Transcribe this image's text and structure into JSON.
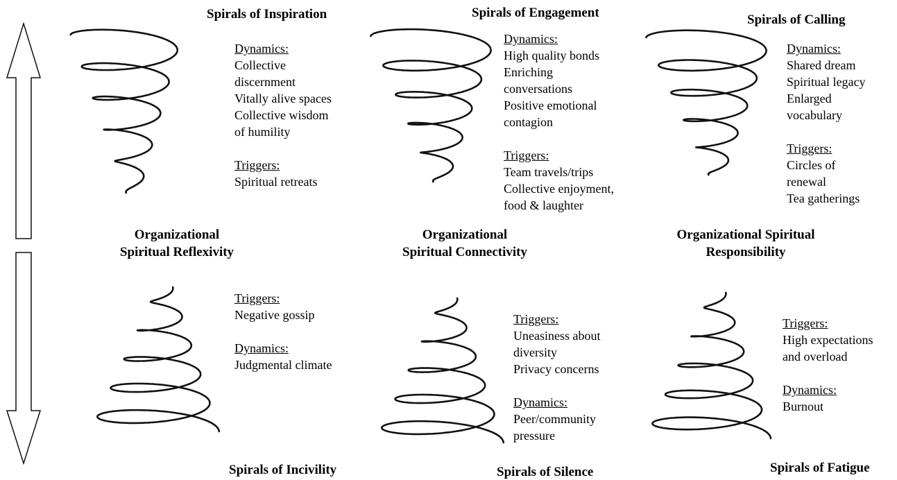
{
  "upper": [
    {
      "title": "Spirals of Inspiration",
      "first_heading": "Dynamics:",
      "first_items": [
        "Collective",
        "discernment",
        "Vitally alive spaces",
        "Collective wisdom",
        "of humility"
      ],
      "second_heading": "Triggers:",
      "second_items": [
        "Spiritual retreats"
      ],
      "label_lines": [
        "Organizational",
        "Spiritual Reflexivity"
      ]
    },
    {
      "title": "Spirals of Engagement",
      "first_heading": "Dynamics:",
      "first_items": [
        "High quality bonds",
        "Enriching",
        "conversations",
        "Positive emotional",
        "contagion"
      ],
      "second_heading": "Triggers:",
      "second_items": [
        "Team travels/trips",
        "Collective enjoyment,",
        "food & laughter"
      ],
      "label_lines": [
        "Organizational",
        "Spiritual Connectivity"
      ]
    },
    {
      "title": "Spirals of Calling",
      "first_heading": "Dynamics:",
      "first_items": [
        "Shared dream",
        "Spiritual legacy",
        "Enlarged",
        "vocabulary"
      ],
      "second_heading": "Triggers:",
      "second_items": [
        "Circles of",
        "renewal",
        "Tea gatherings"
      ],
      "label_lines": [
        "Organizational Spiritual",
        "Responsibility"
      ]
    }
  ],
  "lower": [
    {
      "title": "Spirals of Incivility",
      "first_heading": "Triggers:",
      "first_items": [
        "Negative gossip"
      ],
      "second_heading": "Dynamics:",
      "second_items": [
        "Judgmental climate"
      ]
    },
    {
      "title": "Spirals of Silence",
      "first_heading": "Triggers:",
      "first_items": [
        "Uneasiness about",
        "diversity",
        "Privacy concerns"
      ],
      "second_heading": "Dynamics:",
      "second_items": [
        "Peer/community",
        "pressure"
      ]
    },
    {
      "title": "Spirals of Fatigue",
      "first_heading": "Triggers:",
      "first_items": [
        "High expectations",
        "and overload"
      ],
      "second_heading": "Dynamics:",
      "second_items": [
        "Burnout"
      ]
    }
  ]
}
